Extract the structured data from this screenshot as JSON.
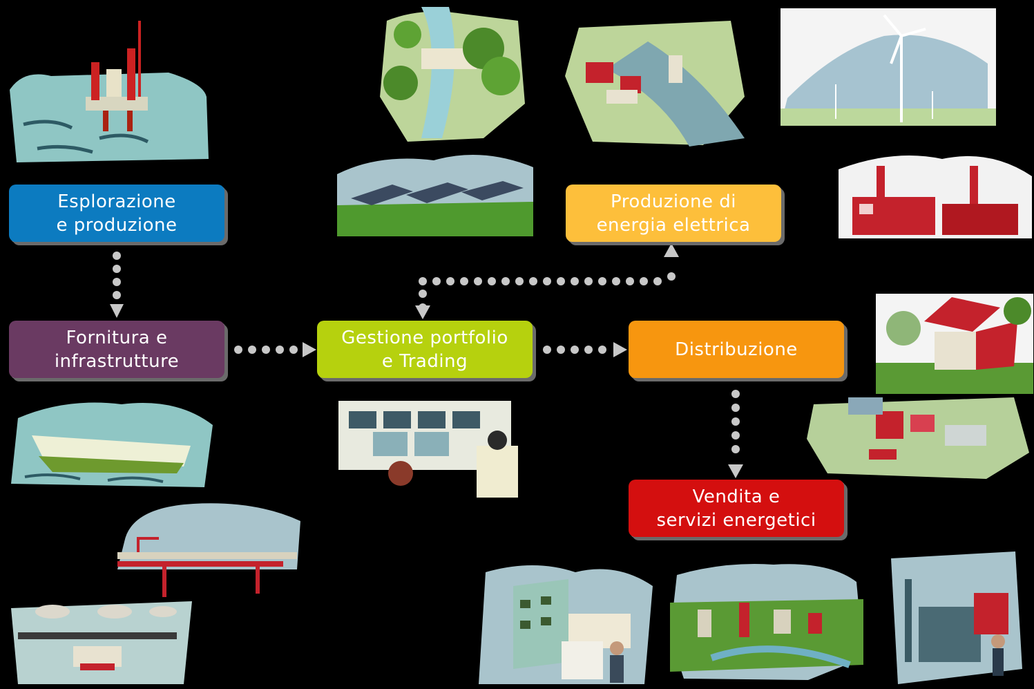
{
  "nodes": {
    "exploration": {
      "label": "Esplorazione\ne produzione",
      "color": "#0c7bc0"
    },
    "supply": {
      "label": "Fornitura e\ninfrastrutture",
      "color": "#6a3a62"
    },
    "trading": {
      "label": "Gestione portfolio\ne Trading",
      "color": "#b6d10e"
    },
    "power": {
      "label": "Produzione di\nenergia elettrica",
      "color": "#fdbf3b"
    },
    "distribution": {
      "label": "Distribuzione",
      "color": "#f7960f"
    },
    "sales": {
      "label": "Vendita e\nservizi energetici",
      "color": "#d40f0f"
    }
  },
  "connector_color": "#c8c8c8",
  "illustrations": [
    "oil-rig",
    "hydro-dam",
    "coastal-power-plant",
    "wind-farm",
    "solar-field",
    "thermal-power-plant",
    "house",
    "industrial-district",
    "lng-tanker",
    "trading-room",
    "pipeline",
    "storage-terminal",
    "apartment-block",
    "city-overview",
    "turbine-hall"
  ]
}
